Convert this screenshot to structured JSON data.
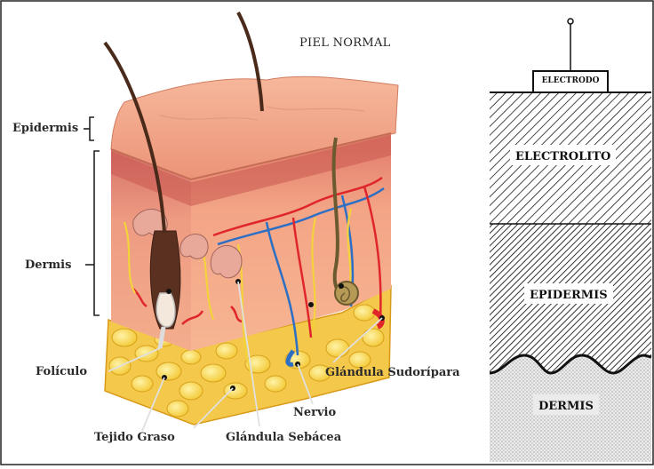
{
  "skin": {
    "title": "PIEL NORMAL",
    "labels": {
      "epidermis": "Epidermis",
      "dermis": "Dermis",
      "foliculo": "Folículo",
      "tejido_graso": "Tejido Graso",
      "glandula_sebacea": "Glándula Sebácea",
      "nervio": "Nervio",
      "glandula_sudoripara": "Glándula Sudorípara"
    }
  },
  "electrode_model": {
    "electrodo": "ELECTRODO",
    "layers": [
      {
        "label": "ELECTROLITO"
      },
      {
        "label": "EPIDERMIS"
      },
      {
        "label": "DERMIS"
      }
    ]
  },
  "colors": {
    "epidermis_top": "#f2a98c",
    "dermis": "#ef9a7c",
    "fat": "#f6cf3a",
    "artery": "#e0262b",
    "vein": "#2d6fc4",
    "nerve": "#f4d23c",
    "hair": "#4a2a1a"
  }
}
